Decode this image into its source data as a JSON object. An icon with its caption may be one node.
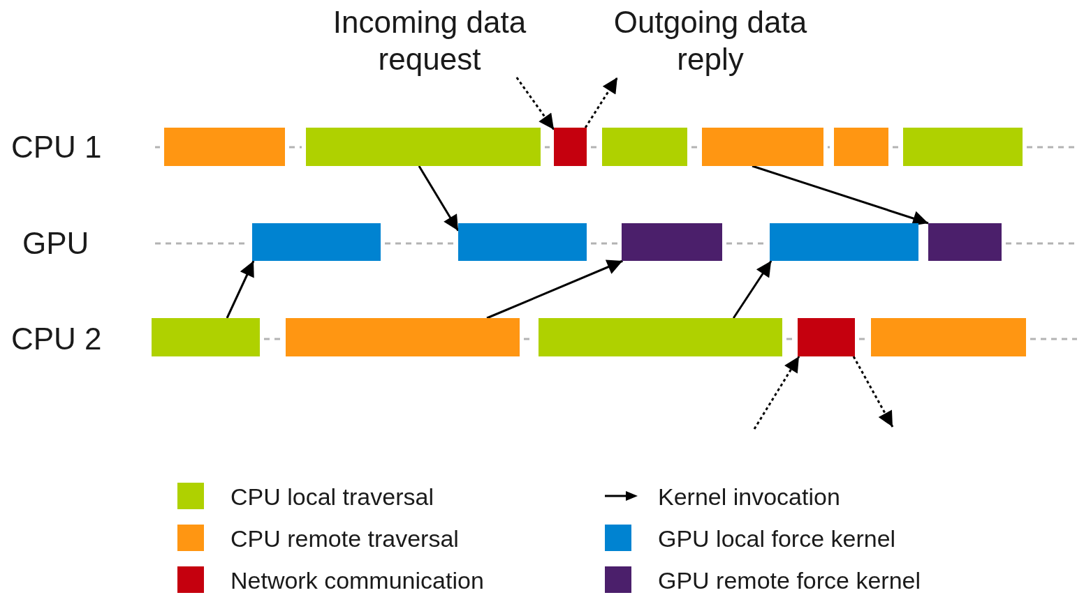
{
  "diagram": {
    "nodes": [
      {
        "text": [
          "Incoming data request"
        ]
      },
      {
        "text": [
          "Outgoing data reply"
        ]
      },
      {
        "text": [],
        "shape": "bar"
      },
      {
        "text": [],
        "shape": "bar"
      },
      {
        "text": [],
        "shape": "bar"
      },
      {
        "text": [],
        "shape": "bar"
      },
      {
        "text": [],
        "shape": "bar"
      },
      {
        "text": [],
        "shape": "bar"
      },
      {
        "text": [],
        "shape": "bar"
      },
      {
        "text": [],
        "shape": "bar"
      },
      {
        "text": [],
        "shape": "bar"
      },
      {
        "text": [],
        "shape": "bar"
      },
      {
        "text": [],
        "shape": "bar"
      },
      {
        "text": [],
        "shape": "bar"
      },
      {
        "text": [],
        "shape": "bar"
      },
      {
        "text": [],
        "shape": "bar"
      },
      {
        "text": [],
        "shape": "bar"
      },
      {
        "text": [],
        "shape": "bar"
      },
      {
        "text": [],
        "shape": "bar"
      }
    ],
    "edges": [
      {
        "from": 0,
        "to": 4,
        "arrow": "to",
        "style": "dashed"
      },
      {
        "from": 4,
        "to": 1,
        "arrow": "to",
        "style": "dashed"
      },
      {
        "from": 3,
        "to": 10,
        "arrow": "to"
      },
      {
        "from": 6,
        "to": 13,
        "arrow": "to"
      },
      {
        "from": 14,
        "to": 9,
        "arrow": "to"
      },
      {
        "from": 15,
        "to": 11,
        "arrow": "to"
      },
      {
        "from": 16,
        "to": 12,
        "arrow": "to"
      },
      {
        "from": null,
        "to": 17,
        "arrow": "to",
        "style": "dashed"
      },
      {
        "from": 17,
        "to": null,
        "arrow": "to",
        "style": "dashed"
      }
    ],
    "labels": [
      "CPU 1",
      "GPU",
      "CPU 2"
    ],
    "legend": [
      {
        "text": "CPU local traversal",
        "color": "#afd100"
      },
      {
        "text": "CPU remote traversal",
        "color": "#ff9612"
      },
      {
        "text": "Network communication",
        "color": "#c5000e"
      },
      {
        "text": "Kernel invocation"
      },
      {
        "text": "GPU local force kernel",
        "color": "#0083d1"
      },
      {
        "text": "GPU remote force kernel",
        "color": "#4b1f6b"
      }
    ]
  }
}
